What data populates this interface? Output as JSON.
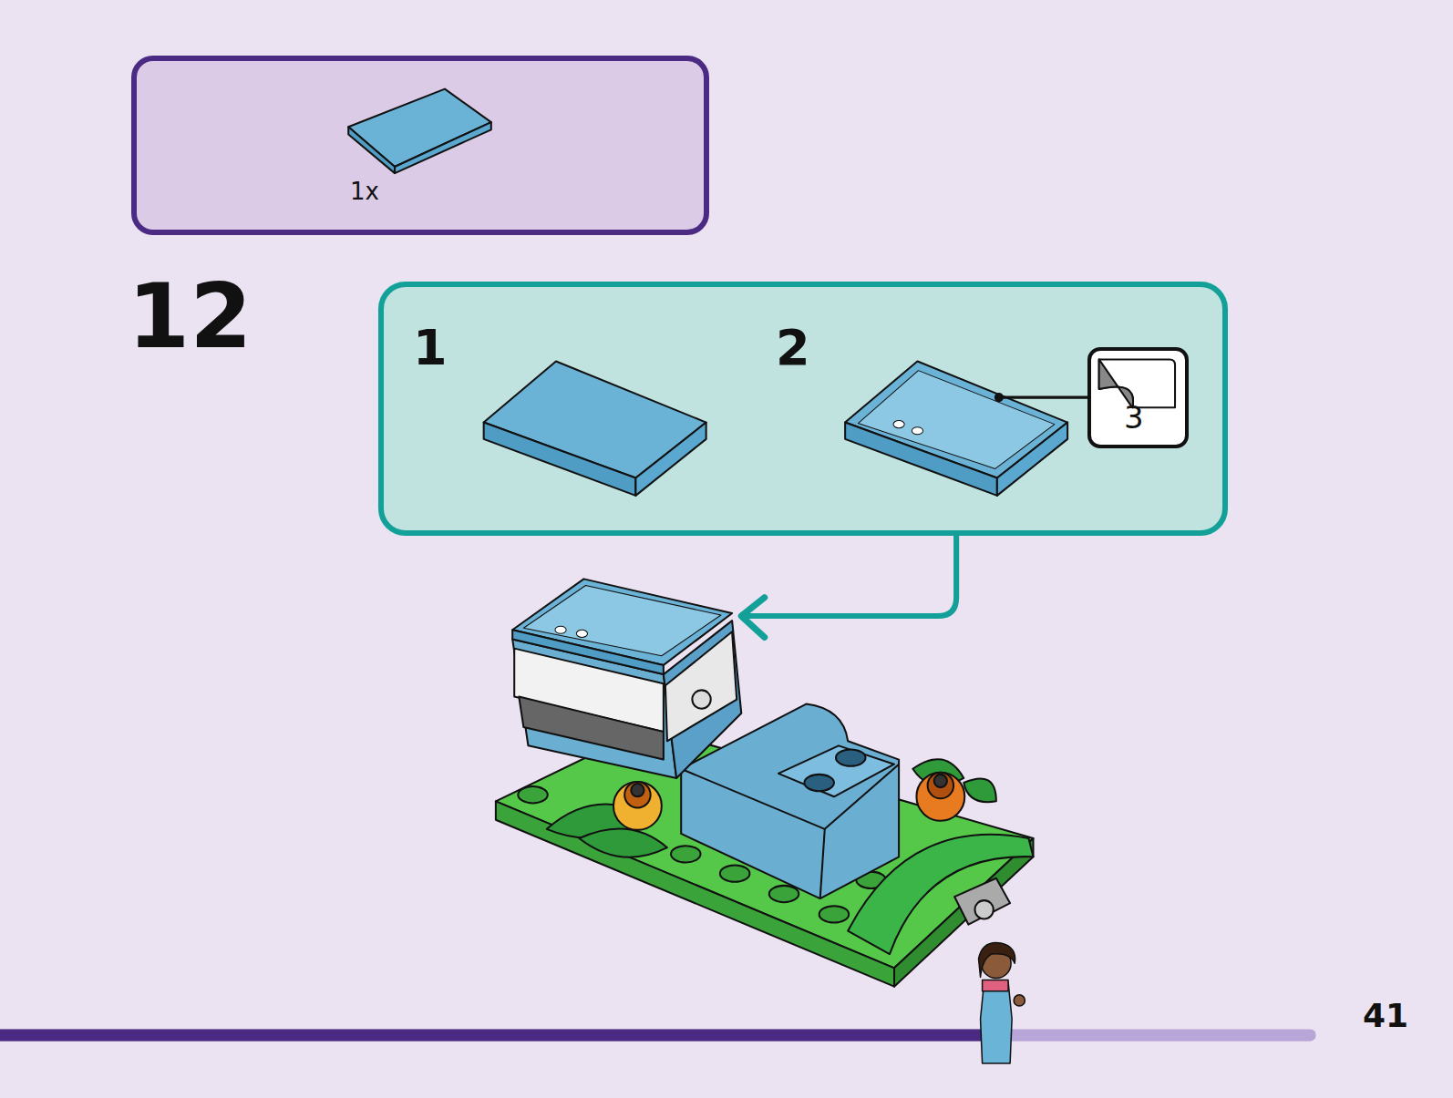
{
  "diagram": {
    "nodes": [
      {
        "text": [
          "1x"
        ]
      },
      {
        "text": [
          "1",
          "2"
        ]
      },
      {
        "text": [
          "3"
        ],
        "in": 1
      }
    ],
    "labels": [
      "12",
      "41"
    ]
  }
}
